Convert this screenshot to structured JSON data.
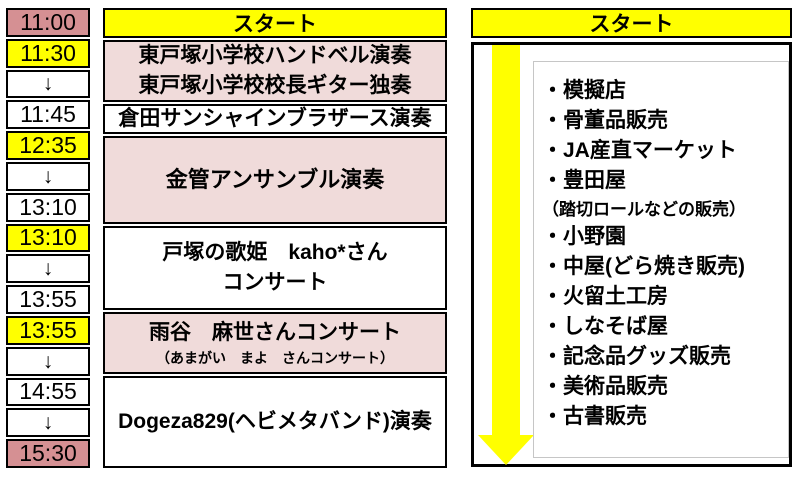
{
  "colors": {
    "yellow": "#FFFF00",
    "rose": "#D59093",
    "pink": "#F0DBDA",
    "ink": "#000000",
    "listborder": "#C6C6C6"
  },
  "time_column": {
    "cells": [
      {
        "label": "11:00",
        "bg": "rose"
      },
      {
        "label": "↓",
        "bg": "yellow-after",
        "note": ""
      },
      {
        "label": "",
        "bg": ""
      }
    ]
  },
  "times": [
    {
      "label": "11:00"
    },
    {
      "label": "11:30"
    },
    {
      "label": "↓"
    },
    {
      "label": "11:45"
    },
    {
      "label": "12:35"
    },
    {
      "label": "↓"
    },
    {
      "label": "13:10"
    },
    {
      "label": "13:10"
    },
    {
      "label": "↓"
    },
    {
      "label": "13:55"
    },
    {
      "label": "13:55"
    },
    {
      "label": "↓"
    },
    {
      "label": "14:55"
    },
    {
      "label": "↓"
    },
    {
      "label": "15:30"
    }
  ],
  "stage_schedule": {
    "header": "スタート",
    "events": [
      {
        "line1": "東戸塚小学校ハンドベル演奏",
        "line2": "東戸塚小学校校長ギター独奏"
      },
      {
        "line1": "倉田サンシャインブラザース演奏"
      },
      {
        "line1": "金管アンサンブル演奏"
      },
      {
        "line1": "戸塚の歌姫　kaho*さん",
        "line2": "コンサート"
      },
      {
        "line1": "雨谷　麻世さんコンサート",
        "line2": "（あまがい　まよ　さんコンサート）"
      },
      {
        "line1": "Dogeza829(ヘビメタバンド)演奏"
      }
    ]
  },
  "vendor_panel": {
    "header": "スタート",
    "arrow_icon": "yellow-down-arrow",
    "vendors": [
      {
        "label": "・模擬店"
      },
      {
        "label": "・骨董品販売"
      },
      {
        "label": "・JA産直マーケット"
      },
      {
        "label": "・豊田屋"
      },
      {
        "label": "（踏切ロールなどの販売）",
        "variant": "paren"
      },
      {
        "label": "・小野園"
      },
      {
        "label": "・中屋(どら焼き販売)"
      },
      {
        "label": "・火留土工房"
      },
      {
        "label": "・しなそば屋"
      },
      {
        "label": "・記念品グッズ販売"
      },
      {
        "label": "・美術品販売"
      },
      {
        "label": "・古書販売"
      }
    ]
  }
}
